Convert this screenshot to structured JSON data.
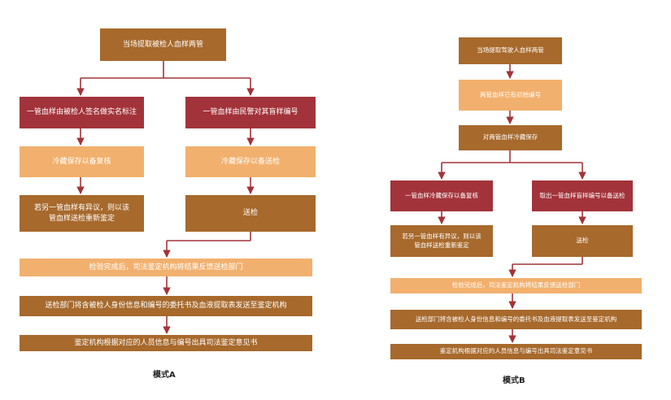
{
  "colors": {
    "brown": "#a7692c",
    "red": "#a3333a",
    "peach": "#f2b06e",
    "connector": "#a3333a"
  },
  "mode_a": {
    "caption": "模式A",
    "top": "当场提取被检人血样两管",
    "left_branch": {
      "step1": "一管血样由被检人签名做实名标注",
      "step2": "冷藏保存以备复核",
      "step3": "若另一管血样有异议，则以该管血样送检重新鉴定"
    },
    "right_branch": {
      "step1": "一管血样由民警对其盲样编号",
      "step2": "冷藏保存以备送检",
      "step3": "送检"
    },
    "merge1": "检验完成后，司法鉴定机构将结果反馈送检部门",
    "merge2": "送检部门将含被检人身份信息和编号的委托书及血液提取表发送至鉴定机构",
    "merge3": "鉴定机构根据对应的人员信息与编号出具司法鉴定意见书"
  },
  "mode_b": {
    "caption": "模式B",
    "top": "当场提取驾驶人血样两管",
    "step2": "两管血样已有初始编号",
    "step3": "对两管血样冷藏保存",
    "left_branch": {
      "step1": "一管血样冷藏保存以备复核",
      "step2": "若另一管血样有异议，则以该管血样送检重新鉴定"
    },
    "right_branch": {
      "step1": "取出一管血样盲样编号以备送检",
      "step2": "送检"
    },
    "merge1": "检验完成后，司法鉴定机构将结果反馈送检部门",
    "merge2": "送检部门将含被检人身份信息和编号的委托书及血液提取表发送至鉴定机构",
    "merge3": "鉴定机构根据对应的人员信息与编号出具司法鉴定意见书"
  }
}
